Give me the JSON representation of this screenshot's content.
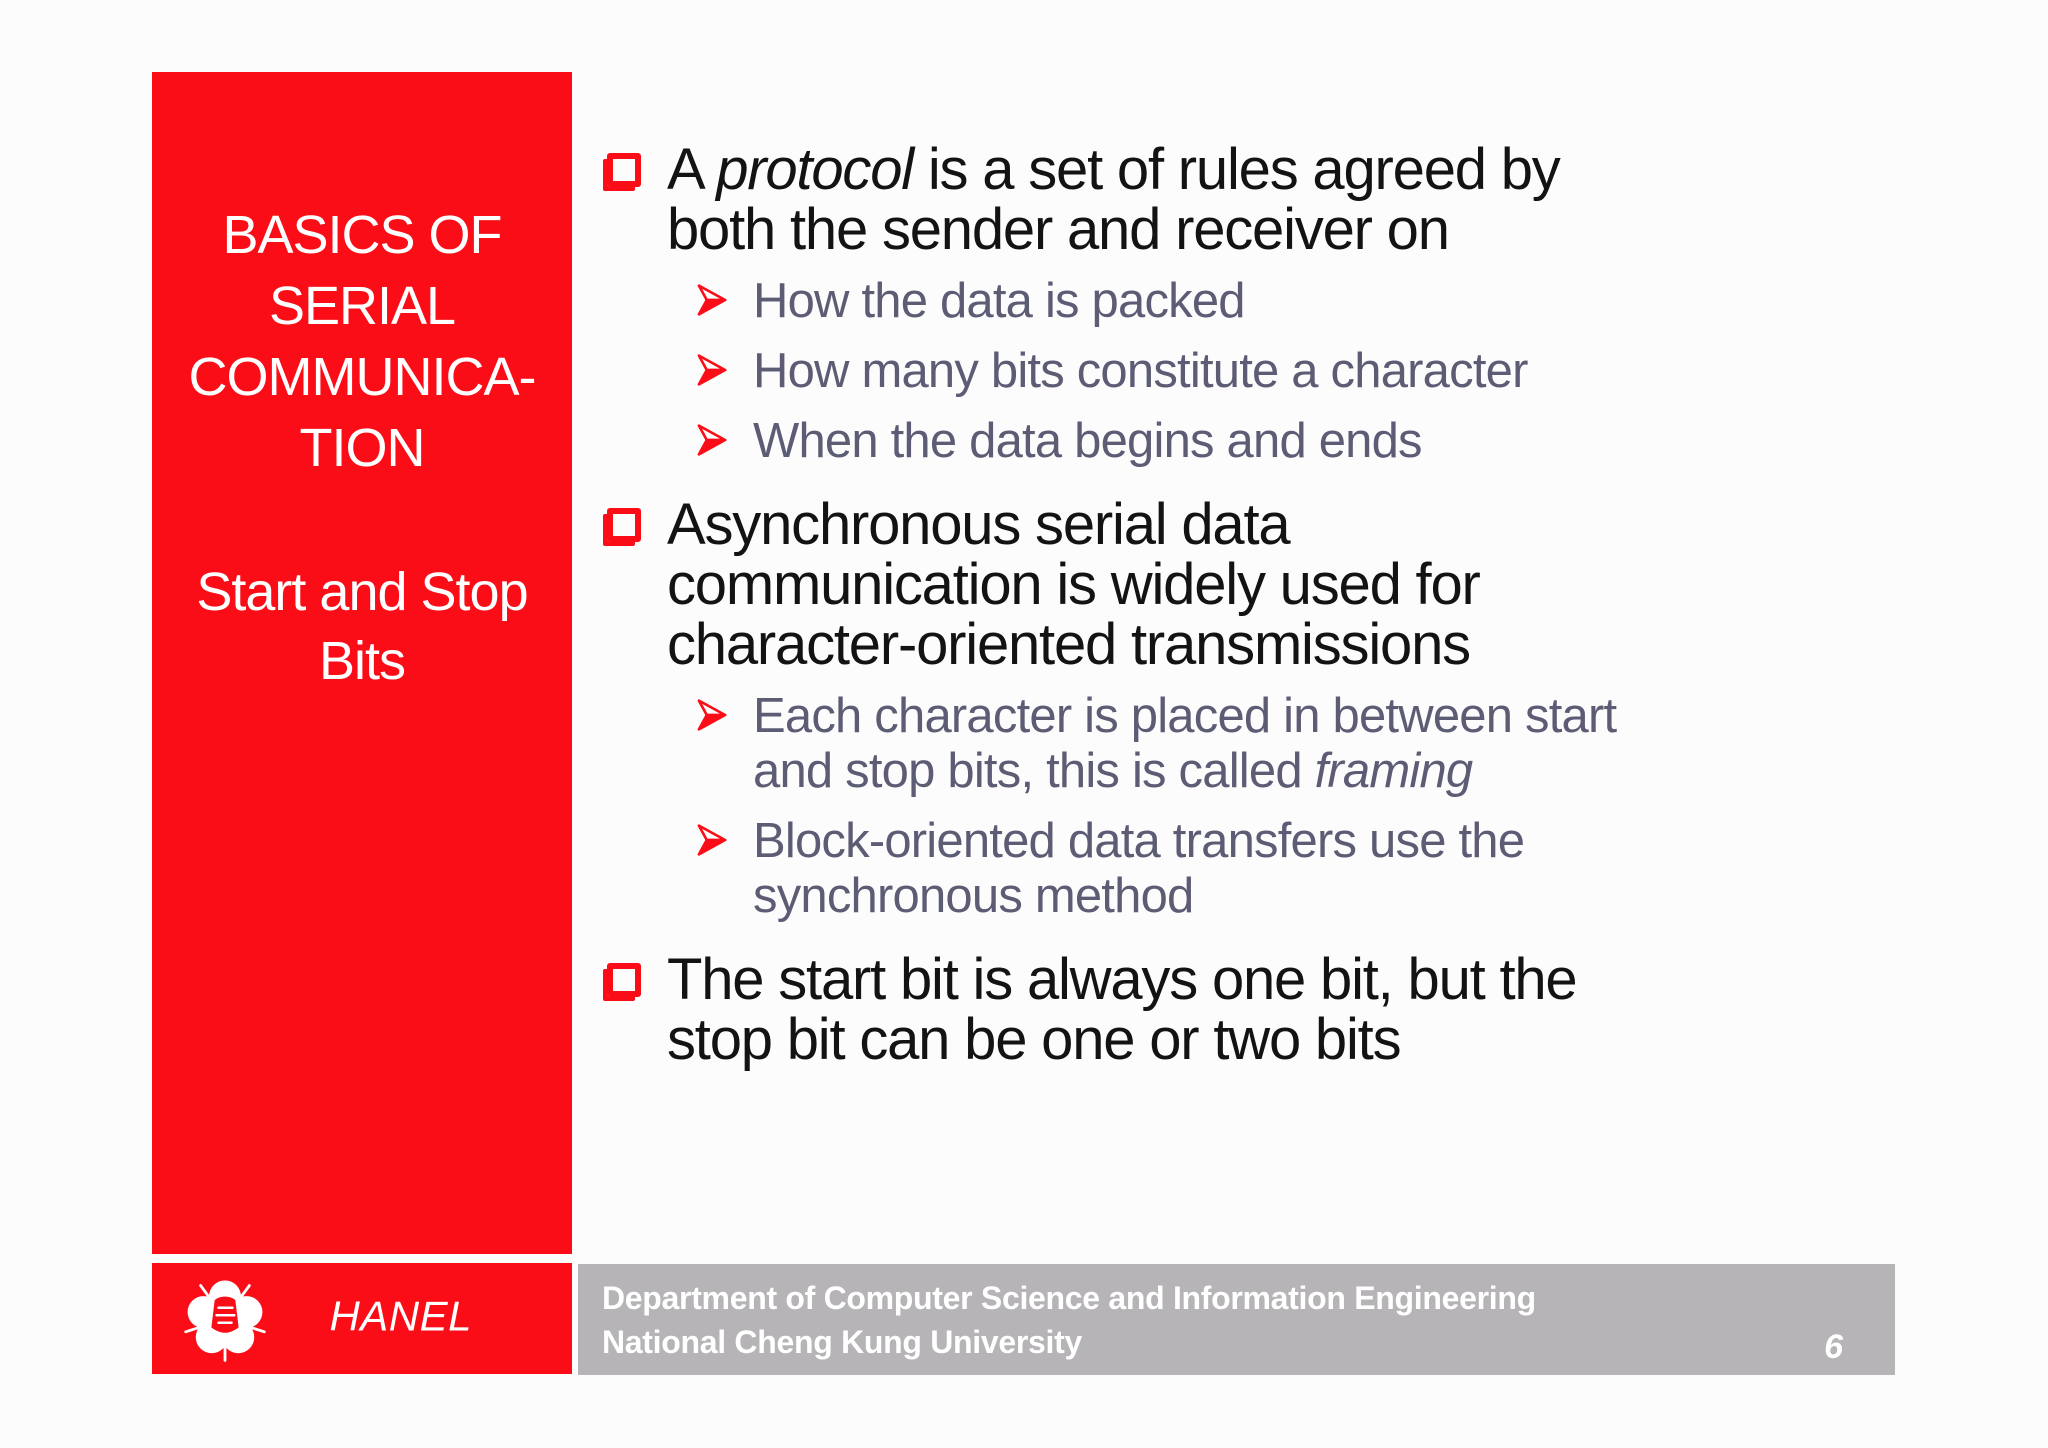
{
  "colors": {
    "accent_red": "#fb0d17",
    "main_text": "#131313",
    "sub_text": "#5c5c75",
    "footer_bar_bg": "#b6b4b7",
    "footer_text": "#ffffff",
    "sidebar_text": "#ffffff",
    "background": "#fdfcfd"
  },
  "icons": {
    "bullet_level1": "square-bullet-icon",
    "bullet_level2": "arrowhead-bullet-icon",
    "logo": "ncku-plum-blossom-logo"
  },
  "sidebar": {
    "title_lines": [
      "BASICS OF",
      "SERIAL",
      "COMMUNICA-",
      "TION"
    ],
    "subtitle_lines": [
      "Start and Stop",
      "Bits"
    ]
  },
  "content": {
    "items": [
      {
        "lines": [
          [
            {
              "t": "A "
            },
            {
              "t": "protocol",
              "em": true
            },
            {
              "t": " is a set of rules agreed by"
            }
          ],
          [
            {
              "t": "both the sender and receiver on"
            }
          ]
        ],
        "children": [
          {
            "lines": [
              [
                {
                  "t": "How the data is packed"
                }
              ]
            ]
          },
          {
            "lines": [
              [
                {
                  "t": "How many bits constitute a character"
                }
              ]
            ]
          },
          {
            "lines": [
              [
                {
                  "t": "When the data begins and ends"
                }
              ]
            ]
          }
        ]
      },
      {
        "lines": [
          [
            {
              "t": "Asynchronous serial data"
            }
          ],
          [
            {
              "t": "communication is widely used for"
            }
          ],
          [
            {
              "t": "character-oriented transmissions"
            }
          ]
        ],
        "children": [
          {
            "lines": [
              [
                {
                  "t": "Each character is placed in between start"
                }
              ],
              [
                {
                  "t": "and stop bits, this is called "
                },
                {
                  "t": "framing",
                  "em": true
                }
              ]
            ]
          },
          {
            "lines": [
              [
                {
                  "t": "Block-oriented data transfers use the"
                }
              ],
              [
                {
                  "t": "synchronous method"
                }
              ]
            ]
          }
        ]
      },
      {
        "lines": [
          [
            {
              "t": "The start bit is always one bit, but the"
            }
          ],
          [
            {
              "t": "stop bit can be one or two bits"
            }
          ]
        ],
        "children": []
      }
    ]
  },
  "footer": {
    "brand": "HANEL",
    "department_line1": "Department of Computer Science and Information Engineering",
    "department_line2": "National Cheng Kung University",
    "page_number": "6"
  }
}
